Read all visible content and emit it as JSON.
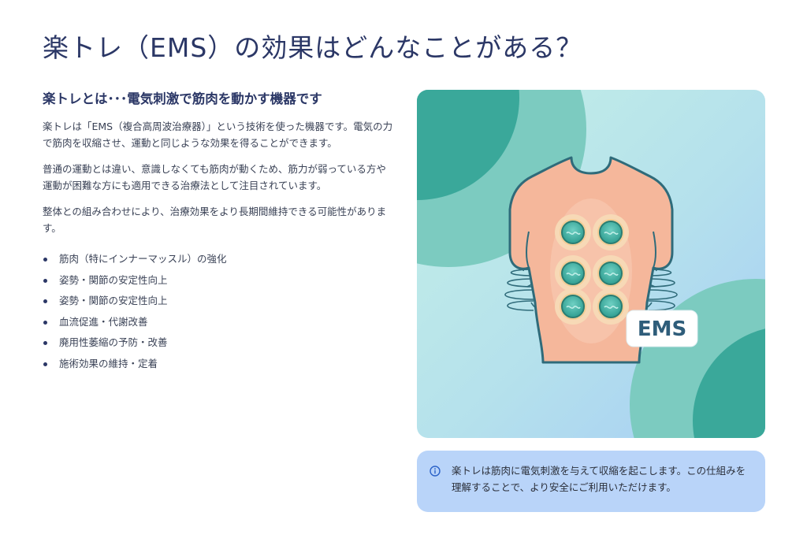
{
  "page": {
    "title": "楽トレ（EMS）の効果はどんなことがある？"
  },
  "intro": {
    "subtitle": "楽トレとは･･･電気刺激で筋肉を動かす機器です",
    "paragraphs": [
      "楽トレは「EMS（複合高周波治療器）」という技術を使った機器です。電気の力で筋肉を収縮させ、運動と同じような効果を得ることができます。",
      "普通の運動とは違い、意識しなくても筋肉が動くため、筋力が弱っている方や運動が困難な方にも適用できる治療法として注目されています。",
      "整体との組み合わせにより、治療効果をより長期間維持できる可能性があります。"
    ]
  },
  "benefits": [
    "筋肉（特にインナーマッスル）の強化",
    "姿勢・関節の安定性向上",
    "姿勢・関節の安定性向上",
    "血流促進・代謝改善",
    "廃用性萎縮の予防・改善",
    "施術効果の維持・定着"
  ],
  "illustration": {
    "badge": "EMS",
    "icon": "ems-torso-illustration"
  },
  "info_box": {
    "icon": "info-icon",
    "text": "楽トレは筋肉に電気刺激を与えて収縮を起こします。この仕組みを理解することで、より安全にご利用いただけます。"
  },
  "colors": {
    "title": "#2b3766",
    "accent_teal": "#3aa89a",
    "info_bg": "#b9d4f9",
    "skin": "#f4b79a",
    "badge_text": "#2f5d7a"
  }
}
